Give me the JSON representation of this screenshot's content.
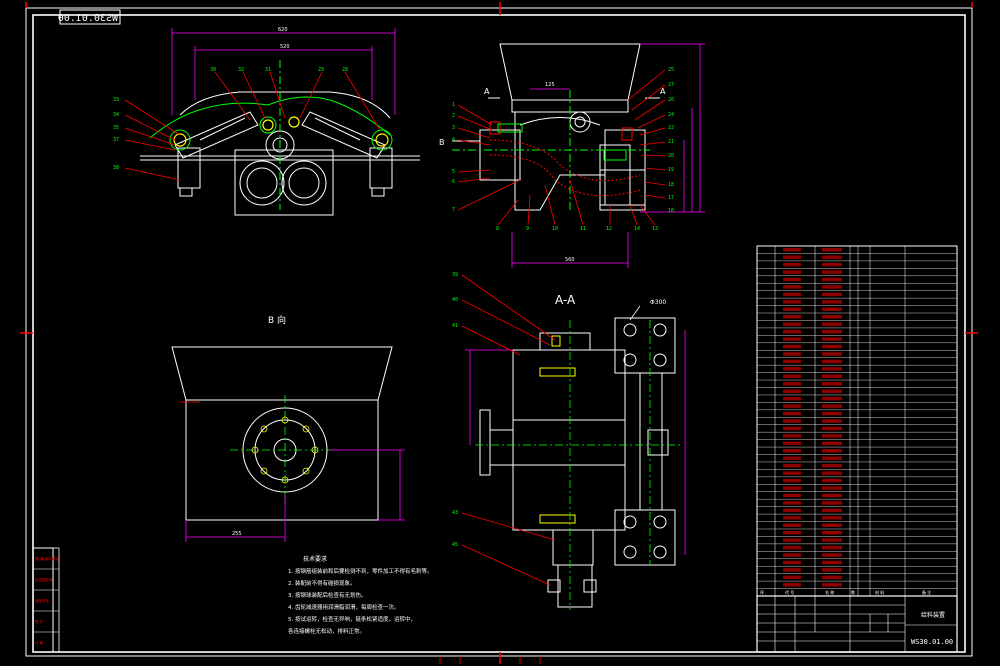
{
  "drawing_code": "WS30.01.00",
  "mirrored_code": "WS30.01.00",
  "view_b_label": "B 向",
  "section_label": "A-A",
  "section_marker_left": "A",
  "section_marker_right": "A",
  "arrow_b_label": "B",
  "phi_label": "Φ300",
  "tech_requirements": {
    "heading": "技术要求",
    "items": [
      "1. 按钢筋组装前和后要检测不到，零件加工不得有毛刺等。",
      "2. 装配前不得有碰损现象。",
      "3. 按钢球装配后检查有无划伤。",
      "4. 齿轮减速器用润滑脂润滑，每周检查一次。",
      "5. 按试运转，检查无异响，链条松紧适度。运转中，",
      "   各连接螺栓无松动，排料正常。"
    ]
  },
  "title_block": {
    "title": "给料装置",
    "code": "WS30.01.00",
    "header_cols": [
      "序",
      "代 号",
      "名 称",
      "数",
      "材 料",
      "备 注"
    ]
  },
  "parts_list_count": 46,
  "left_strip_labels": [
    "借(通)用件登记",
    "旧底图总号",
    "底图总号",
    "签 字",
    "日 期"
  ],
  "colors": {
    "background": "#000000",
    "frame": "#ffffff",
    "border_red": "#ff0000",
    "outline": "#ffffff",
    "center_line": "#00ff00",
    "leader": "#ff0000",
    "dimension": "#ff00ff",
    "part_no": "#00ff00",
    "hatch": "#ff0000",
    "yellow": "#ffff00"
  }
}
